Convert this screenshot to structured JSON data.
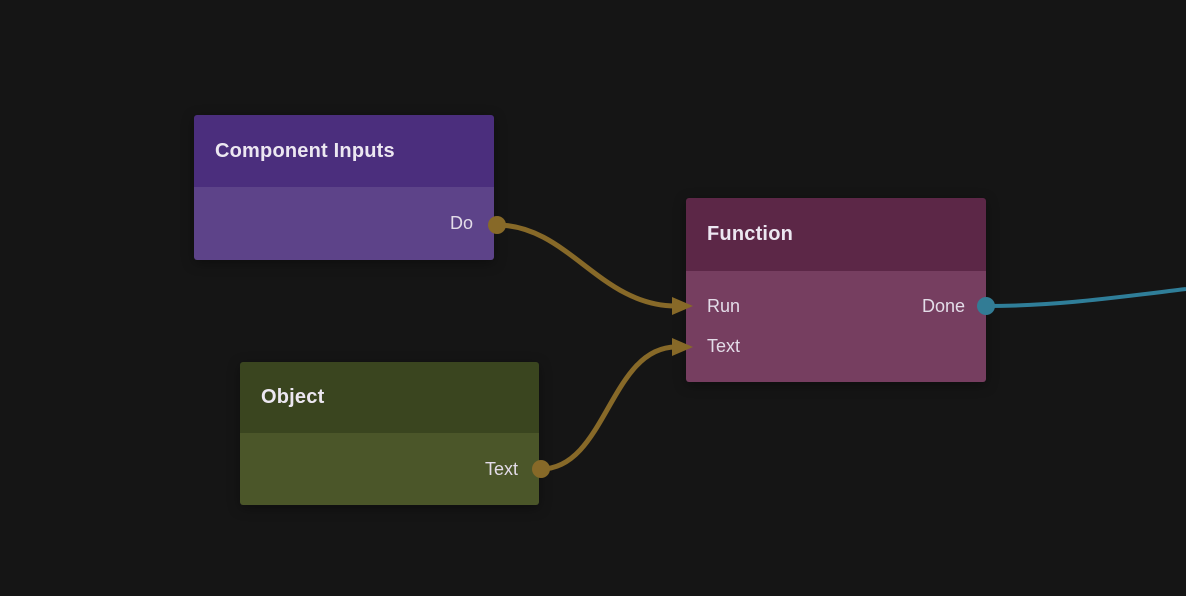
{
  "canvas": {
    "background_color": "#151515"
  },
  "nodes": [
    {
      "id": "component-inputs",
      "title": "Component Inputs",
      "colors": {
        "header": "#4b2e7d",
        "body": "#5d4389"
      },
      "outputs": [
        {
          "label": "Do",
          "port_color": "#876928",
          "connected": true
        }
      ]
    },
    {
      "id": "function",
      "title": "Function",
      "colors": {
        "header": "#5c2747",
        "body": "#763e60"
      },
      "inputs": [
        {
          "label": "Run",
          "wire_color": "#876928",
          "connected": true
        },
        {
          "label": "Text",
          "wire_color": "#876928",
          "connected": true
        }
      ],
      "outputs": [
        {
          "label": "Done",
          "port_color": "#327c95",
          "connected": true
        }
      ]
    },
    {
      "id": "object",
      "title": "Object",
      "colors": {
        "header": "#3a451f",
        "body": "#4b5629"
      },
      "outputs": [
        {
          "label": "Text",
          "port_color": "#876928",
          "connected": true
        }
      ]
    }
  ],
  "wires": [
    {
      "name": "component-inputs-do-to-function-run",
      "color": "#876928"
    },
    {
      "name": "object-text-to-function-text",
      "color": "#876928"
    },
    {
      "name": "function-done-to-offscreen-right",
      "color": "#2f7e99"
    }
  ]
}
